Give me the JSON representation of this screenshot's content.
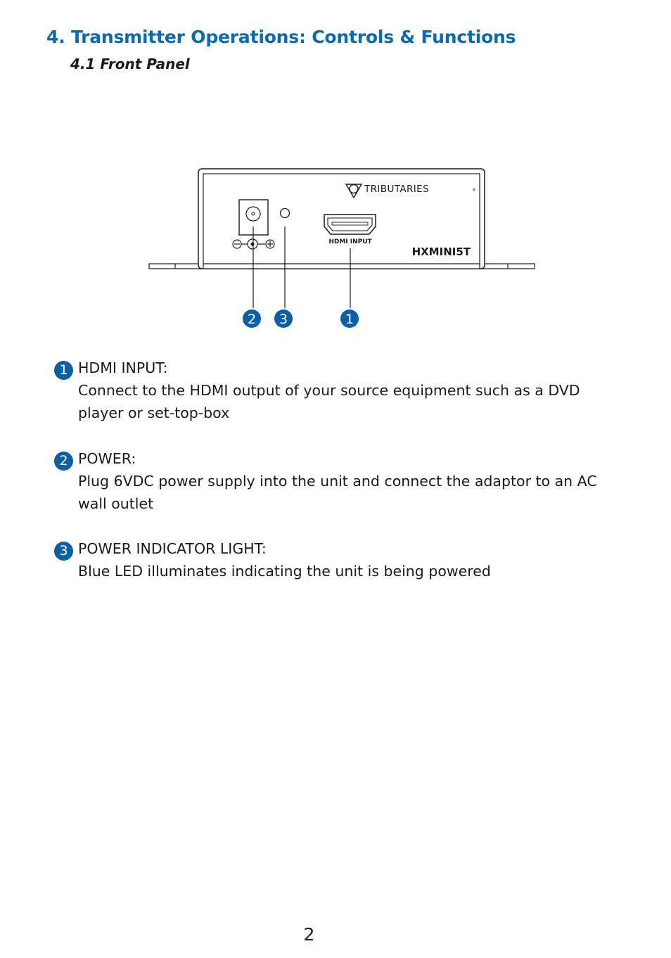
{
  "section": {
    "heading": "4. Transmitter Operations: Controls & Functions",
    "subheading": "4.1 Front Panel"
  },
  "diagram": {
    "brand": "TRIBUTARIES",
    "registered_mark": "®",
    "model": "HXMINI5T",
    "port_label": "HDMI INPUT",
    "polarity_minus": "−",
    "polarity_plus": "+",
    "callouts": [
      "2",
      "3",
      "1"
    ],
    "accent_color": "#0b5fa4"
  },
  "items": [
    {
      "number": "1",
      "title": "HDMI INPUT:",
      "description": "Connect to the HDMI output of your source equipment such as a DVD player or set-top-box"
    },
    {
      "number": "2",
      "title": "POWER:",
      "description": "Plug 6VDC power supply into the unit and connect the adaptor to an AC wall outlet"
    },
    {
      "number": "3",
      "title": "POWER INDICATOR LIGHT:",
      "description": "Blue LED illuminates indicating the unit is being powered"
    }
  ],
  "page_number": "2"
}
